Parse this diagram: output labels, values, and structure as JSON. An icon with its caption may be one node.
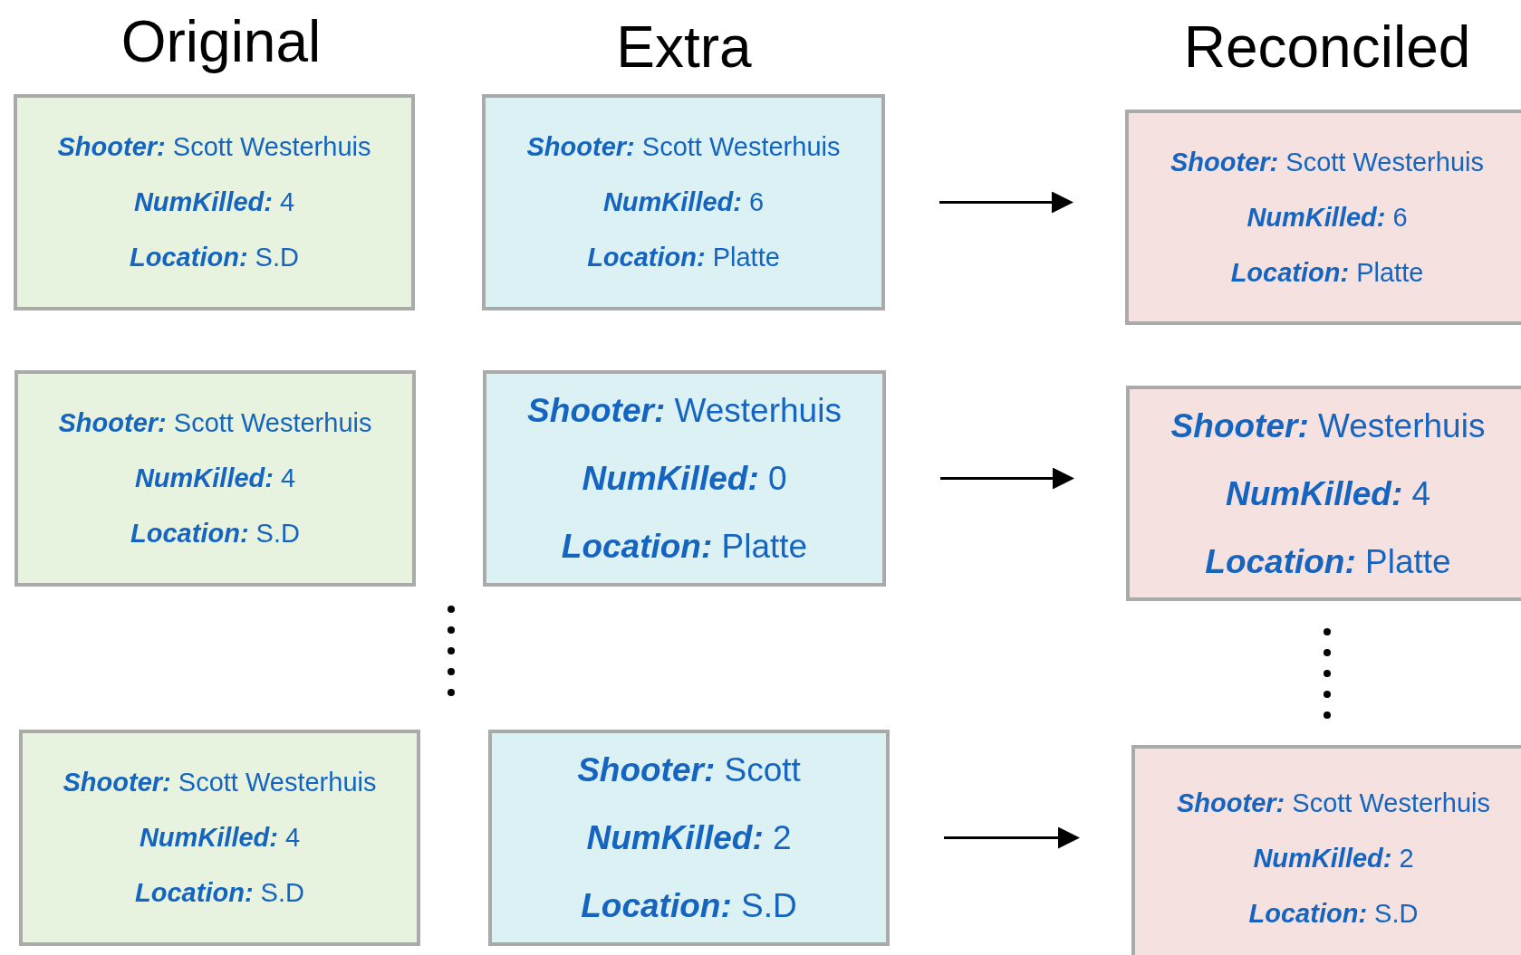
{
  "diagram": {
    "nodes": [
      {
        "text": [
          "**Shooter:** Scott Westerhuis",
          "**NumKilled:** 4",
          "**Location:** S.D"
        ]
      },
      {
        "text": [
          "**Shooter:** Scott Westerhuis",
          "**NumKilled:** 6",
          "**Location:** Platte"
        ]
      },
      {
        "text": [
          "**Shooter:** Scott Westerhuis",
          "**NumKilled:** 6",
          "**Location:** Platte"
        ]
      },
      {
        "text": [
          "**Shooter:** Scott Westerhuis",
          "**NumKilled:** 4",
          "**Location:** S.D"
        ]
      },
      {
        "text": [
          "**Shooter:** Westerhuis",
          "**NumKilled:** 0",
          "**Location:** Platte"
        ]
      },
      {
        "text": [
          "**Shooter:** Westerhuis",
          "**NumKilled:** 4",
          "**Location:** Platte"
        ]
      },
      {
        "text": [
          "**Shooter:** Scott Westerhuis",
          "**NumKilled:** 4",
          "**Location:** S.D"
        ]
      },
      {
        "text": [
          "**Shooter:** Scott",
          "**NumKilled:** 2",
          "**Location:** S.D"
        ]
      },
      {
        "text": [
          "**Shooter:** Scott Westerhuis",
          "**NumKilled:** 2",
          "**Location:** S.D"
        ]
      }
    ],
    "edges": [
      {
        "from": 1,
        "to": 2,
        "arrow": "to"
      },
      {
        "from": 4,
        "to": 5,
        "arrow": "to"
      },
      {
        "from": 7,
        "to": 8,
        "arrow": "to"
      }
    ],
    "labels": [
      "Original",
      "Extra",
      "Reconciled"
    ]
  }
}
